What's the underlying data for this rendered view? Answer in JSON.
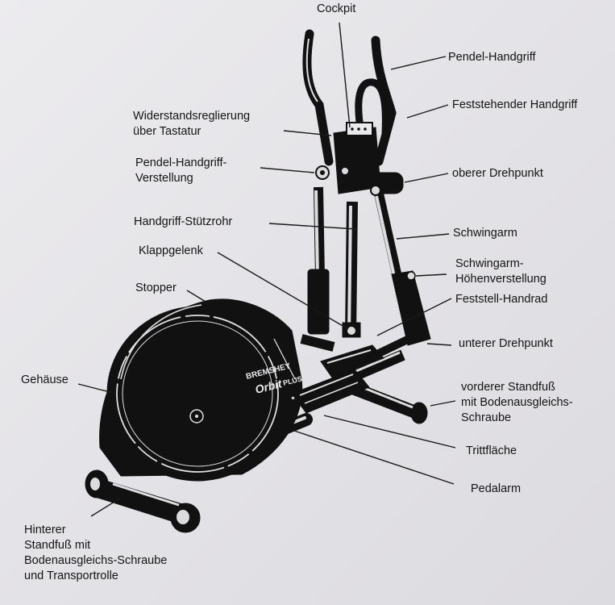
{
  "labels": {
    "cockpit": "Cockpit",
    "pendel_handgriff": "Pendel-Handgriff",
    "feststehender_handgriff": "Feststehender Handgriff",
    "widerstand": [
      "Widerstandsreglierung",
      "über Tastatur"
    ],
    "pendel_verstellung": [
      "Pendel-Handgriff-",
      "Verstellung"
    ],
    "oberer_drehpunkt": "oberer Drehpunkt",
    "stuetzrohr": "Handgriff-Stützrohr",
    "schwingarm": "Schwingarm",
    "klappgelenk": "Klappgelenk",
    "schwingarm_hoehe": [
      "Schwingarm-",
      "Höhenverstellung"
    ],
    "stopper": "Stopper",
    "feststell_handrad": "Feststell-Handrad",
    "unterer_drehpunkt": "unterer Drehpunkt",
    "gehaeuse": "Gehäuse",
    "vorderer_standfuss": [
      "vorderer Standfuß",
      "mit Bodenausgleichs-",
      "Schraube"
    ],
    "trittflaeche": "Trittfläche",
    "pedalarm": "Pedalarm",
    "hinterer_standfuss": [
      "Hinterer",
      "Standfuß mit",
      "Bodenausgleichs-Schraube",
      "und Transportrolle"
    ]
  },
  "logo": {
    "brand": "BREMSHEY",
    "model": "Orbit",
    "model_suffix": "PLUS"
  }
}
